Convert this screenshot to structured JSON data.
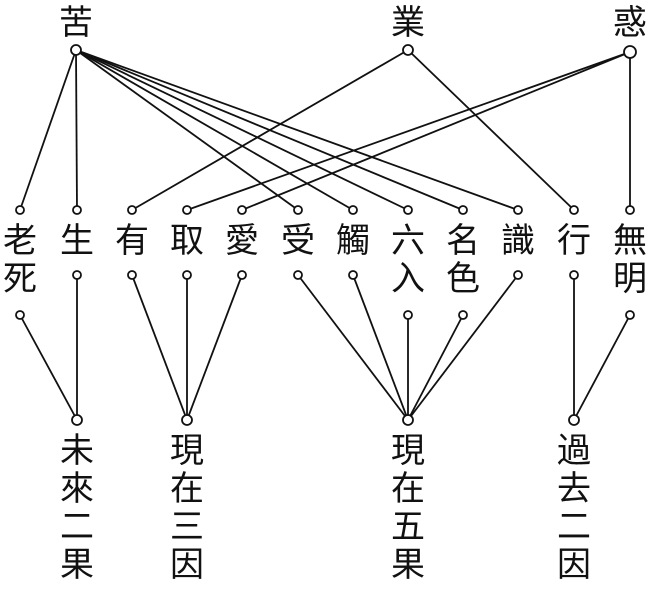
{
  "top": [
    {
      "id": "ku",
      "label": "苦"
    },
    {
      "id": "go",
      "label": "業"
    },
    {
      "id": "waku",
      "label": "惑"
    }
  ],
  "links": [
    {
      "id": "roshi",
      "label": "老死",
      "parent": "ku",
      "group": "mirai"
    },
    {
      "id": "sho",
      "label": "生",
      "parent": "ku",
      "group": "mirai"
    },
    {
      "id": "u",
      "label": "有",
      "parent": "go",
      "group": "genzai3"
    },
    {
      "id": "shu",
      "label": "取",
      "parent": "waku",
      "group": "genzai3"
    },
    {
      "id": "ai",
      "label": "愛",
      "parent": "waku",
      "group": "genzai3"
    },
    {
      "id": "ju",
      "label": "受",
      "parent": "ku",
      "group": "genzai5"
    },
    {
      "id": "soku",
      "label": "觸",
      "parent": "ku",
      "group": "genzai5"
    },
    {
      "id": "rokunyu",
      "label": "六入",
      "parent": "ku",
      "group": "genzai5"
    },
    {
      "id": "myoshiki",
      "label": "名色",
      "parent": "ku",
      "group": "genzai5"
    },
    {
      "id": "shiki",
      "label": "識",
      "parent": "ku",
      "group": "genzai5"
    },
    {
      "id": "gyo",
      "label": "行",
      "parent": "go",
      "group": "kako"
    },
    {
      "id": "mumyo",
      "label": "無明",
      "parent": "waku",
      "group": "kako"
    }
  ],
  "groups": [
    {
      "id": "mirai",
      "label": "未來二果"
    },
    {
      "id": "genzai3",
      "label": "現在三因"
    },
    {
      "id": "genzai5",
      "label": "現在五果"
    },
    {
      "id": "kako",
      "label": "過去二因"
    }
  ],
  "colors": {
    "ink": "#111111"
  }
}
